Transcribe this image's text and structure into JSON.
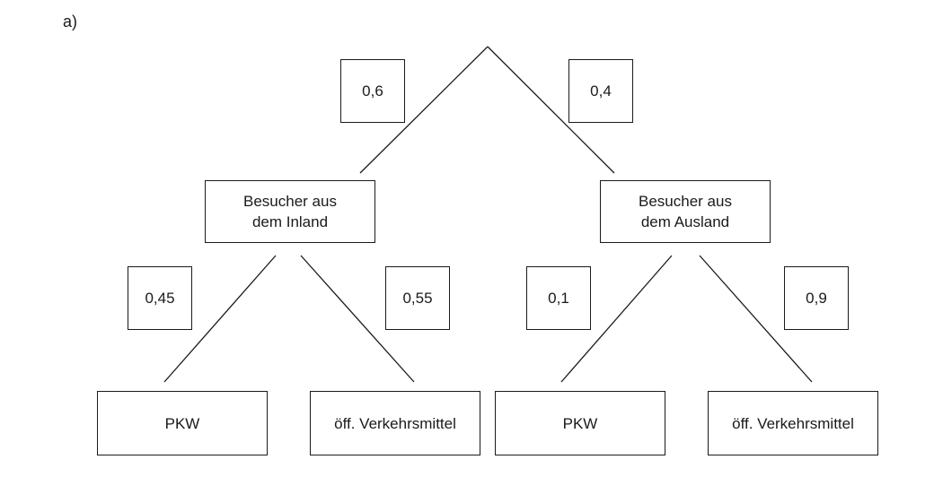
{
  "part_label": "a)",
  "level1": {
    "left": {
      "probability": "0,6",
      "line1": "Besucher aus",
      "line2": "dem Inland",
      "children": [
        {
          "probability": "0,45",
          "label": "PKW"
        },
        {
          "probability": "0,55",
          "label": "öff. Verkehrsmittel"
        }
      ]
    },
    "right": {
      "probability": "0,4",
      "line1": "Besucher aus",
      "line2": "dem Ausland",
      "children": [
        {
          "probability": "0,1",
          "label": "PKW"
        },
        {
          "probability": "0,9",
          "label": "öff. Verkehrsmittel"
        }
      ]
    }
  }
}
